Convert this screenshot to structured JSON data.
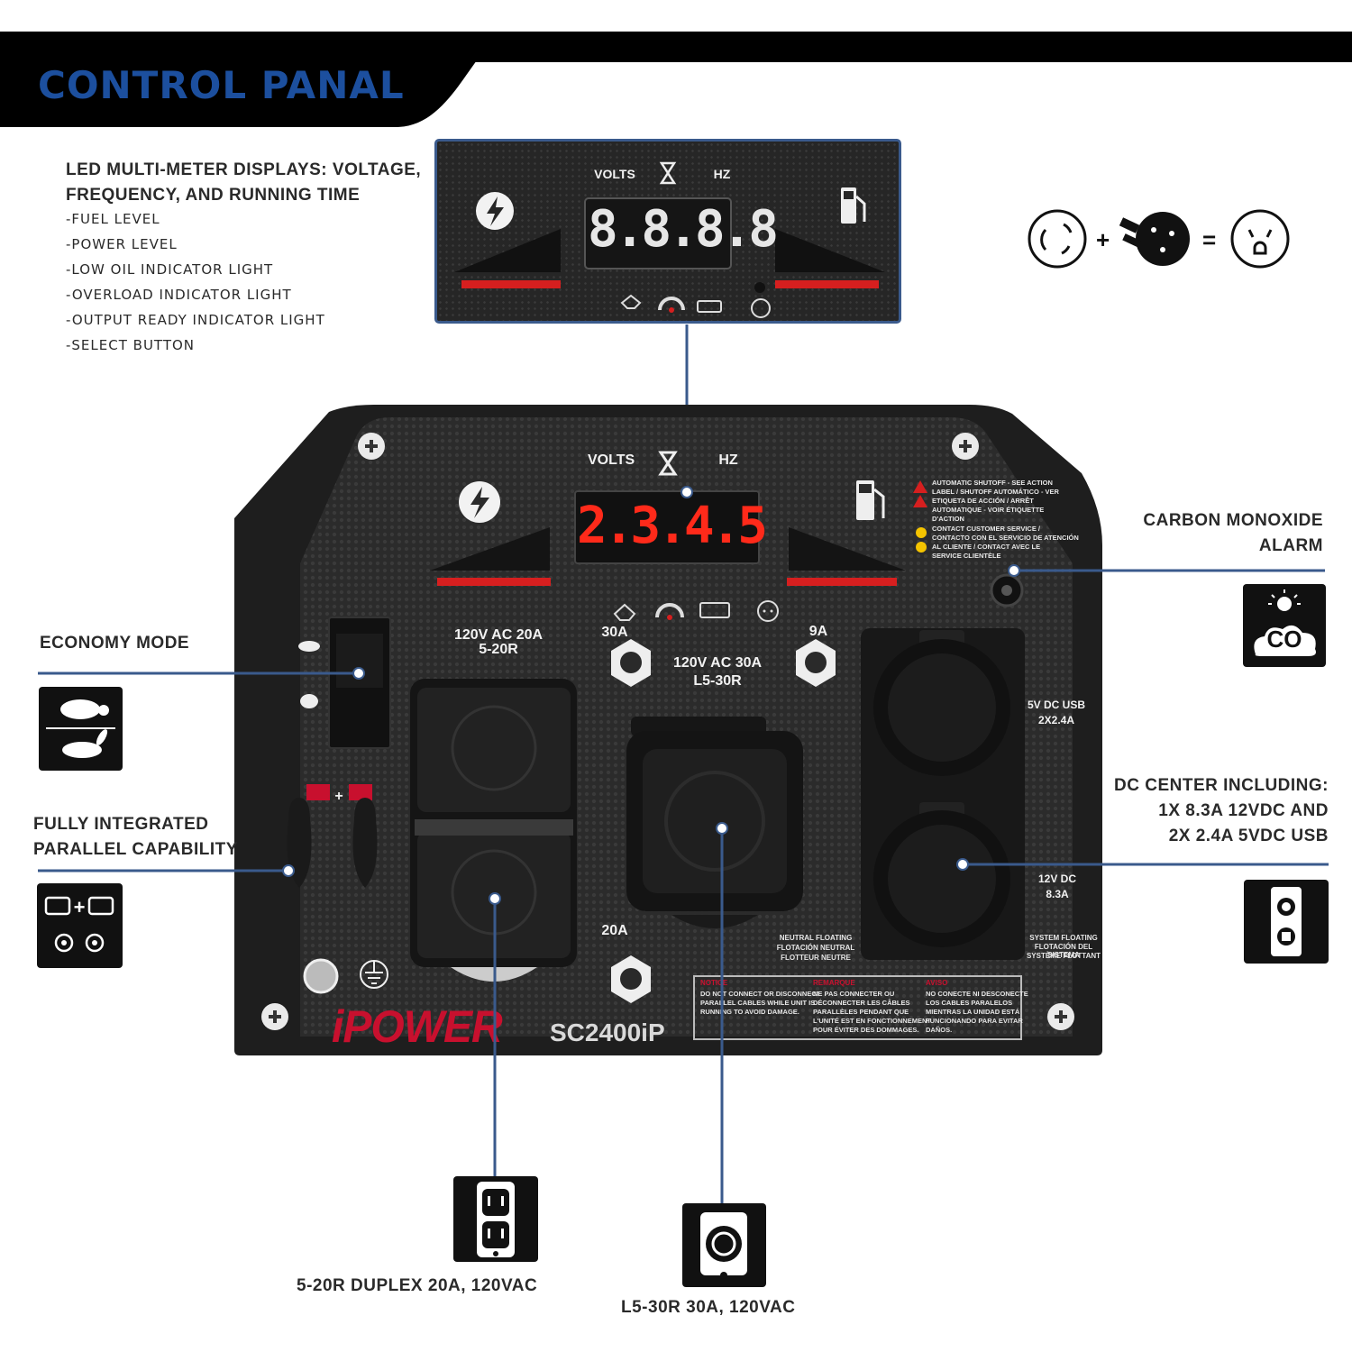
{
  "header": {
    "title": "CONTROL PANAL",
    "band_color": "#000000",
    "title_color": "#1c4f9e"
  },
  "meter_callout": {
    "headline_line1": "LED MULTI-METER DISPLAYS: VOLTAGE,",
    "headline_line2": "FREQUENCY, AND RUNNING TIME",
    "items": [
      "-FUEL LEVEL",
      "-POWER LEVEL",
      "-LOW OIL INDICATOR LIGHT",
      "-OVERLOAD INDICATOR LIGHT",
      "-OUTPUT READY INDICATOR LIGHT",
      "-SELECT BUTTON"
    ]
  },
  "zoom_display": {
    "volts": "VOLTS",
    "hz": "HZ",
    "digits": "8.8.8.8"
  },
  "panel": {
    "volts": "VOLTS",
    "hz": "HZ",
    "digits": "2.3.4.5",
    "led_color": "#ff2a1a",
    "outlet_duplex_label_1": "120V AC 20A",
    "outlet_duplex_label_2": "5-20R",
    "breaker_30a": "30A",
    "breaker_9a": "9A",
    "breaker_20a": "20A",
    "twistlock_label_1": "120V AC 30A",
    "twistlock_label_2": "L5-30R",
    "usb_label_1": "5V DC USB",
    "usb_label_2": "2X2.4A",
    "dc_label_1": "12V DC",
    "dc_label_2": "8.3A",
    "neutral_1": "NEUTRAL FLOATING",
    "neutral_2": "FLOTACIÓN NEUTRAL",
    "neutral_3": "FLOTTEUR NEUTRE",
    "system_1": "SYSTEM FLOATING",
    "system_2": "FLOTACIÓN DEL SISTEMA",
    "system_3": "SYSTÈME FLOTTANT",
    "shutoff_1": "AUTOMATIC SHUTOFF - SEE ACTION",
    "shutoff_2": "LABEL / SHUTOFF AUTOMÁTICO - VER",
    "shutoff_3": "ETIQUETA DE ACCIÓN / ARRÊT",
    "shutoff_4": "AUTOMATIQUE - VOIR ÉTIQUETTE",
    "shutoff_5": "D'ACTION",
    "contact_1": "CONTACT CUSTOMER SERVICE /",
    "contact_2": "CONTACTO CON EL SERVICIO DE ATENCIÓN",
    "contact_3": "AL CLIENTE / CONTACT AVEC LE",
    "contact_4": "SERVICE CLIENTÈLE",
    "notice_en_title": "NOTICE",
    "notice_en_1": "DO NOT CONNECT OR DISCONNECT",
    "notice_en_2": "PARALLEL CABLES WHILE UNIT IS",
    "notice_en_3": "RUNNING TO AVOID DAMAGE.",
    "notice_fr_title": "REMARQUE",
    "notice_fr_1": "NE PAS CONNECTER OU",
    "notice_fr_2": "DÉCONNECTER LES CÂBLES",
    "notice_fr_3": "PARALLÈLES PENDANT QUE",
    "notice_fr_4": "L'UNITÉ EST EN FONCTIONNEMENT",
    "notice_fr_5": "POUR ÉVITER DES DOMMAGES.",
    "notice_es_title": "AVISO",
    "notice_es_1": "NO CONECTE NI DESCONECTE",
    "notice_es_2": "LOS CABLES PARALELOS",
    "notice_es_3": "MIENTRAS LA UNIDAD ESTÁ",
    "notice_es_4": "FUNCIONANDO PARA EVITAR",
    "notice_es_5": "DAÑOS.",
    "brand": "iPOWER",
    "model": "SC2400iP",
    "brand_color": "#c8102e"
  },
  "callouts": {
    "co_alarm_1": "CARBON MONOXIDE",
    "co_alarm_2": "ALARM",
    "economy": "ECONOMY MODE",
    "parallel_1": "FULLY INTEGRATED",
    "parallel_2": "PARALLEL CAPABILITY",
    "dc_center_1": "DC CENTER INCLUDING:",
    "dc_center_2": "1X 8.3A 12VDC AND",
    "dc_center_3": "2X 2.4A 5VDC USB",
    "duplex": "5-20R DUPLEX 20A, 120VAC",
    "l530": "L5-30R 30A, 120VAC"
  },
  "co_icon_text": "CO",
  "colors": {
    "leader_line": "#3a5a8c",
    "panel_face": "#2a2a2a"
  }
}
